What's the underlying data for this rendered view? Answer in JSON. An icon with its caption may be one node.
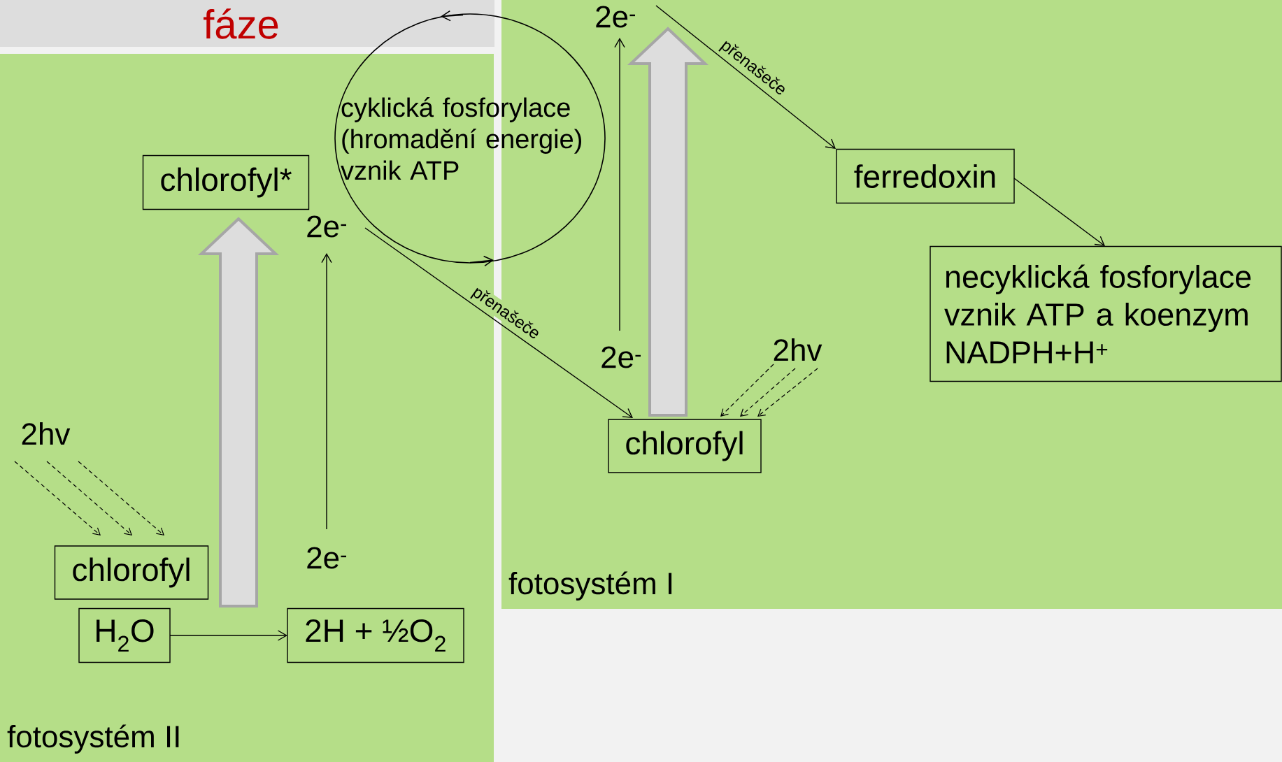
{
  "diagram": {
    "title": "fáze",
    "nodes": [
      {
        "text": [
          "fotosystém II"
        ]
      },
      {
        "text": [
          "fotosystém I"
        ]
      },
      {
        "text": [
          "chlorofyl*"
        ],
        "in": 0
      },
      {
        "text": [
          "2e$^{-}$"
        ],
        "in": 0
      },
      {
        "text": [
          "2e$^{-}$"
        ],
        "in": 0
      },
      {
        "text": [
          "chlorofyl"
        ],
        "in": 0
      },
      {
        "text": [
          "H$_{2}$O"
        ],
        "in": 0
      },
      {
        "text": [
          "2H + ½O$_{2}$"
        ],
        "in": 0
      },
      {
        "text": [
          "2hv"
        ],
        "in": 0
      },
      {
        "text": [
          "cyklická fosforylace (hromadění energie) vznik ATP"
        ]
      },
      {
        "text": [
          "2e$^{-}$"
        ],
        "in": 1
      },
      {
        "text": [
          "2e$^{-}$"
        ],
        "in": 1
      },
      {
        "text": [
          "chlorofyl"
        ],
        "in": 1
      },
      {
        "text": [
          "2hv"
        ],
        "in": 1
      },
      {
        "text": [
          "ferredoxin"
        ],
        "in": 1
      },
      {
        "text": [
          "necyklická fosforylace vznik ATP a koenzym NADPH+H$^{+}$"
        ],
        "in": 1
      }
    ],
    "edges": [
      {
        "from": 4,
        "to": 3,
        "arrow": "to"
      },
      {
        "from": 3,
        "to": 12,
        "arrow": "to",
        "label": "přenašeče"
      },
      {
        "from": 11,
        "to": 10,
        "arrow": "to"
      },
      {
        "from": 10,
        "to": 14,
        "arrow": "to",
        "label": "přenašeče"
      },
      {
        "from": 14,
        "to": 15,
        "arrow": "to"
      },
      {
        "from": 6,
        "to": 7,
        "arrow": "to"
      },
      {
        "from": 8,
        "to": 5,
        "arrow": "to",
        "style": "dashed"
      },
      {
        "from": 8,
        "to": 5,
        "arrow": "to",
        "style": "dashed"
      },
      {
        "from": 8,
        "to": 5,
        "arrow": "to",
        "style": "dashed"
      },
      {
        "from": 13,
        "to": 12,
        "arrow": "to",
        "style": "dashed"
      },
      {
        "from": 13,
        "to": 12,
        "arrow": "to",
        "style": "dashed"
      },
      {
        "from": 13,
        "to": 12,
        "arrow": "to",
        "style": "dashed"
      },
      {
        "from": 5,
        "to": 2,
        "arrow": "to",
        "style": "thick",
        "color": "#a6a6a6"
      },
      {
        "from": 12,
        "to": null,
        "arrow": "to",
        "style": "thick",
        "color": "#a6a6a6"
      }
    ]
  }
}
